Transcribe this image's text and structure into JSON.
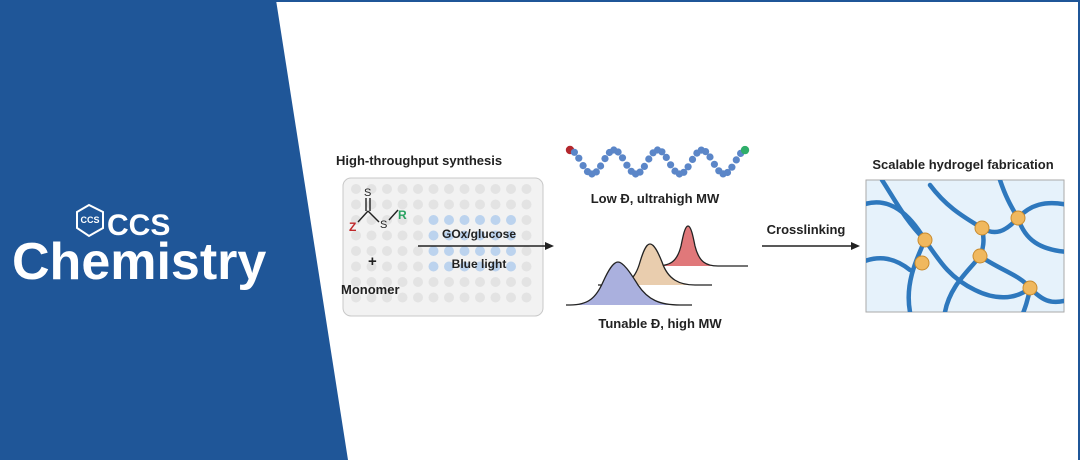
{
  "brand": {
    "badge": "CCS",
    "word_top": "CCS",
    "word_main": "Chemistry",
    "panel_color": "#1f5698"
  },
  "synthesis": {
    "title": "High-throughput synthesis",
    "atom_s_top": "S",
    "atom_z": "Z",
    "atom_s_side": "S",
    "atom_r": "R",
    "plus": "+",
    "monomer": "Monomer",
    "condition_top": "GOx/glucose",
    "condition_bottom": "Blue light"
  },
  "products": {
    "low_dispersity": "Low Đ, ultrahigh MW",
    "tunable": "Tunable Đ, high MW"
  },
  "crosslink": {
    "label": "Crosslinking"
  },
  "hydrogel": {
    "title": "Scalable hydrogel fabrication"
  },
  "colors": {
    "chain": "#5b86c8",
    "end_red": "#b3272d",
    "end_green": "#2fae6a",
    "peak_blue": "#aab0de",
    "peak_tan": "#e9cdae",
    "peak_red": "#e0787a",
    "gel_strand": "#2e78bd",
    "node": "#f0b85e"
  }
}
